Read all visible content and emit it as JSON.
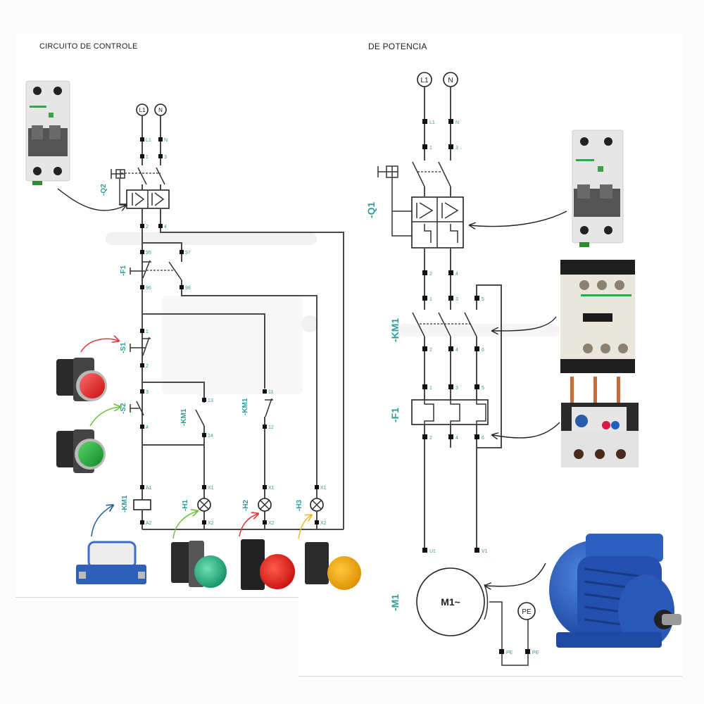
{
  "control": {
    "title": "CIRCUITO DE CONTROLE",
    "supply": [
      "L1",
      "N"
    ],
    "labels": {
      "q2": "-Q2",
      "f1": "-F1",
      "s1": "-S1",
      "s2": "-S2",
      "km1_aux1": "-KM1",
      "km1_aux2": "-KM1",
      "km1_coil": "-KM1",
      "h1": "-H1",
      "h2": "-H2",
      "h3": "-H3"
    },
    "terminals": {
      "l1": "L1",
      "n": "N",
      "q2_in1": "1",
      "q2_in3": "3",
      "q2_out2": "2",
      "q2_out4": "4",
      "f1_95": "95",
      "f1_96": "96",
      "f1_97": "97",
      "f1_98": "98",
      "s1_1": "1",
      "s1_2": "2",
      "s2_3": "3",
      "s2_4": "4",
      "km1_13": "13",
      "km1_14": "14",
      "km1_11": "11",
      "km1_12": "12",
      "a1": "A1",
      "a2": "A2",
      "x1": "X1",
      "x2": "X2"
    },
    "photos": {
      "breaker": "Schneider 2-pole circuit breaker",
      "stop_button": "red push button",
      "start_button": "green push button",
      "coil": "contactor coil",
      "lamp_green": "green pilot lamp",
      "lamp_red": "red pilot lamp",
      "lamp_yellow": "yellow pilot lamp"
    },
    "arrow_colors": {
      "stop": "#e0393e",
      "start": "#6cc33a",
      "coil": "#1f5f9e",
      "h1": "#6cc33a",
      "h2": "#e0393e",
      "h3": "#f2b732"
    }
  },
  "power": {
    "title": "DE POTENCIA",
    "supply": [
      "L1",
      "N"
    ],
    "labels": {
      "q1": "-Q1",
      "km1": "-KM1",
      "f1": "-F1",
      "m1": "-M1"
    },
    "terminals": {
      "l1": "L1",
      "n": "N",
      "q1_1": "1",
      "q1_3": "3",
      "q1_2": "2",
      "q1_4": "4",
      "km1_1": "1",
      "km1_3": "3",
      "km1_5": "5",
      "km1_2": "2",
      "km1_4": "4",
      "km1_6": "6",
      "f1_1": "1",
      "f1_3": "3",
      "f1_5": "5",
      "f1_2": "2",
      "f1_4": "4",
      "f1_6": "6",
      "u1": "U1",
      "v1": "V1",
      "pe1": "PE",
      "pe2": "PE"
    },
    "motor_label": "M1~",
    "pe_symbol": "PE",
    "photos": {
      "breaker": "Schneider 2-pole circuit breaker",
      "contactor": "Schneider LC1D contactor",
      "overload": "thermal overload relay",
      "motor": "blue three-phase induction motor"
    }
  }
}
